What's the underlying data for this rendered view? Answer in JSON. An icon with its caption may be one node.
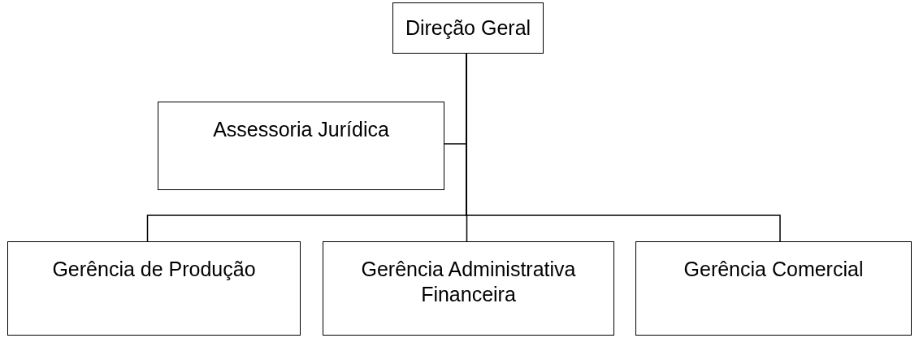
{
  "diagram": {
    "nodes": [
      {
        "text": [
          "Direção Geral"
        ]
      },
      {
        "text": [
          "Assessoria Jurídica"
        ]
      },
      {
        "text": [
          "Gerência de Produção"
        ]
      },
      {
        "text": [
          "Gerência Administrativa Financeira"
        ]
      },
      {
        "text": [
          "Gerência Comercial"
        ]
      }
    ],
    "edges": [
      {
        "from": 0,
        "to": 1,
        "arrow": "none"
      },
      {
        "from": 0,
        "to": 2,
        "arrow": "none"
      },
      {
        "from": 0,
        "to": 3,
        "arrow": "none"
      },
      {
        "from": 0,
        "to": 4,
        "arrow": "none"
      }
    ]
  }
}
